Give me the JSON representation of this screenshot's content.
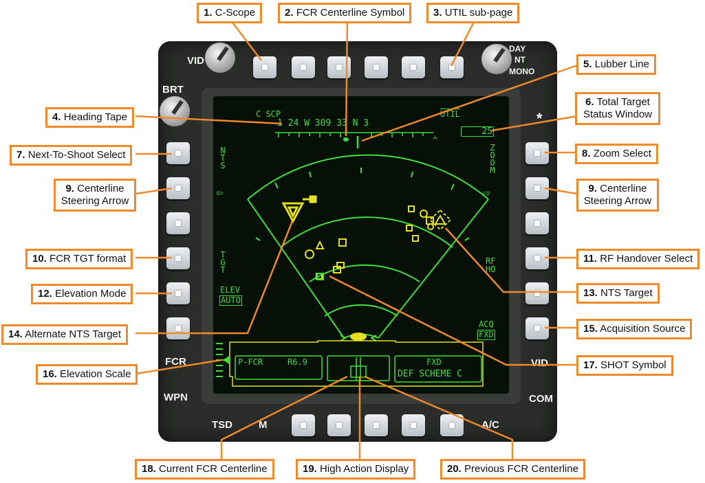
{
  "callouts": [
    {
      "num": "1.",
      "text": "C-Scope"
    },
    {
      "num": "2.",
      "text": "FCR Centerline Symbol"
    },
    {
      "num": "3.",
      "text": "UTIL sub-page"
    },
    {
      "num": "4.",
      "text": "Heading Tape"
    },
    {
      "num": "5.",
      "text": "Lubber Line"
    },
    {
      "num": "6.",
      "text": "Total Target Status Window"
    },
    {
      "num": "7.",
      "text": "Next-To-Shoot Select"
    },
    {
      "num": "8.",
      "text": "Zoom Select"
    },
    {
      "num": "9.",
      "text": "Centerline Steering Arrow"
    },
    {
      "num": "9.",
      "text": "Centerline Steering Arrow"
    },
    {
      "num": "10.",
      "text": "FCR TGT format"
    },
    {
      "num": "11.",
      "text": "RF Handover Select"
    },
    {
      "num": "12.",
      "text": "Elevation Mode"
    },
    {
      "num": "13.",
      "text": "NTS Target"
    },
    {
      "num": "14.",
      "text": "Alternate NTS Target"
    },
    {
      "num": "15.",
      "text": "Acquisition Source"
    },
    {
      "num": "16.",
      "text": "Elevation Scale"
    },
    {
      "num": "17.",
      "text": "SHOT Symbol"
    },
    {
      "num": "18.",
      "text": "Current FCR Centerline"
    },
    {
      "num": "19.",
      "text": "High Action Display"
    },
    {
      "num": "20.",
      "text": "Previous FCR Centerline"
    }
  ],
  "hardware": {
    "vid_top": "VID",
    "brt": "BRT",
    "day": "DAY",
    "nt": "NT",
    "mono": "MONO",
    "asterisk": "*",
    "fcr": "FCR",
    "wpn": "WPN",
    "tsd": "TSD",
    "m": "M",
    "vid_right": "VID",
    "com": "COM",
    "ac": "A/C"
  },
  "screen": {
    "c_scp": "C SCP",
    "util": "UTIL",
    "heading_tape": "1  24  W  309 33  N   3",
    "heading_value": "309",
    "caret": "^",
    "target_count": "25",
    "nts": "NTS",
    "zoom": "ZOOM",
    "tgt": "TGT",
    "rf": "RF",
    "ho": "HO",
    "elev": "ELEV",
    "auto": "AUTO",
    "acq": "ACQ",
    "fxd": "FXD",
    "had_left_1": "P-FCR",
    "had_left_2": "R6.9",
    "had_right_1": "FXD",
    "had_right_2": "DEF SCHEME C",
    "arrow_left": "⇦",
    "arrow_right": "⇨"
  },
  "colors": {
    "accent": "#f0892a",
    "symbology": "#3fe03a",
    "target": "#e6e020"
  }
}
